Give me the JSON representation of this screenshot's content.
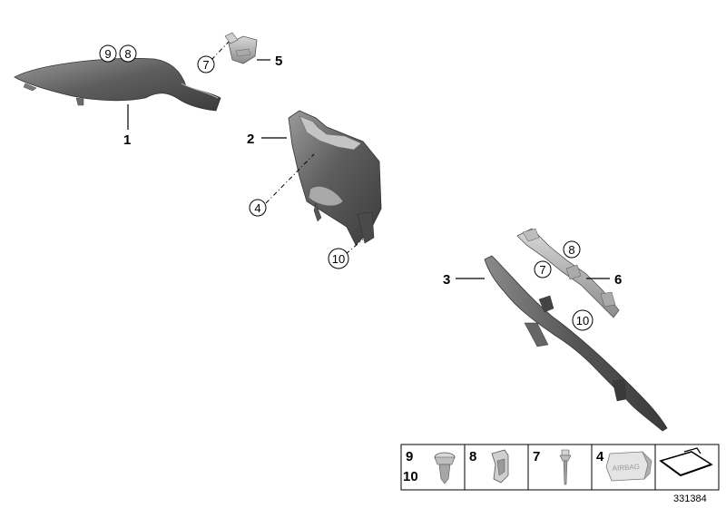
{
  "callouts": {
    "c9_top": "9",
    "c8_top": "8",
    "c7_top": "7",
    "c4_mid": "4",
    "c10_mid": "10",
    "c8_right": "8",
    "c7_right": "7",
    "c10_right": "10"
  },
  "parts": {
    "p1": "1",
    "p5": "5",
    "p2": "2",
    "p3": "3",
    "p6": "6"
  },
  "legend": {
    "cell1_top": "9",
    "cell1_bottom": "10",
    "cell2": "8",
    "cell3": "7",
    "cell4": "4",
    "airbag_label": "AIRBAG"
  },
  "reference_number": "331384"
}
